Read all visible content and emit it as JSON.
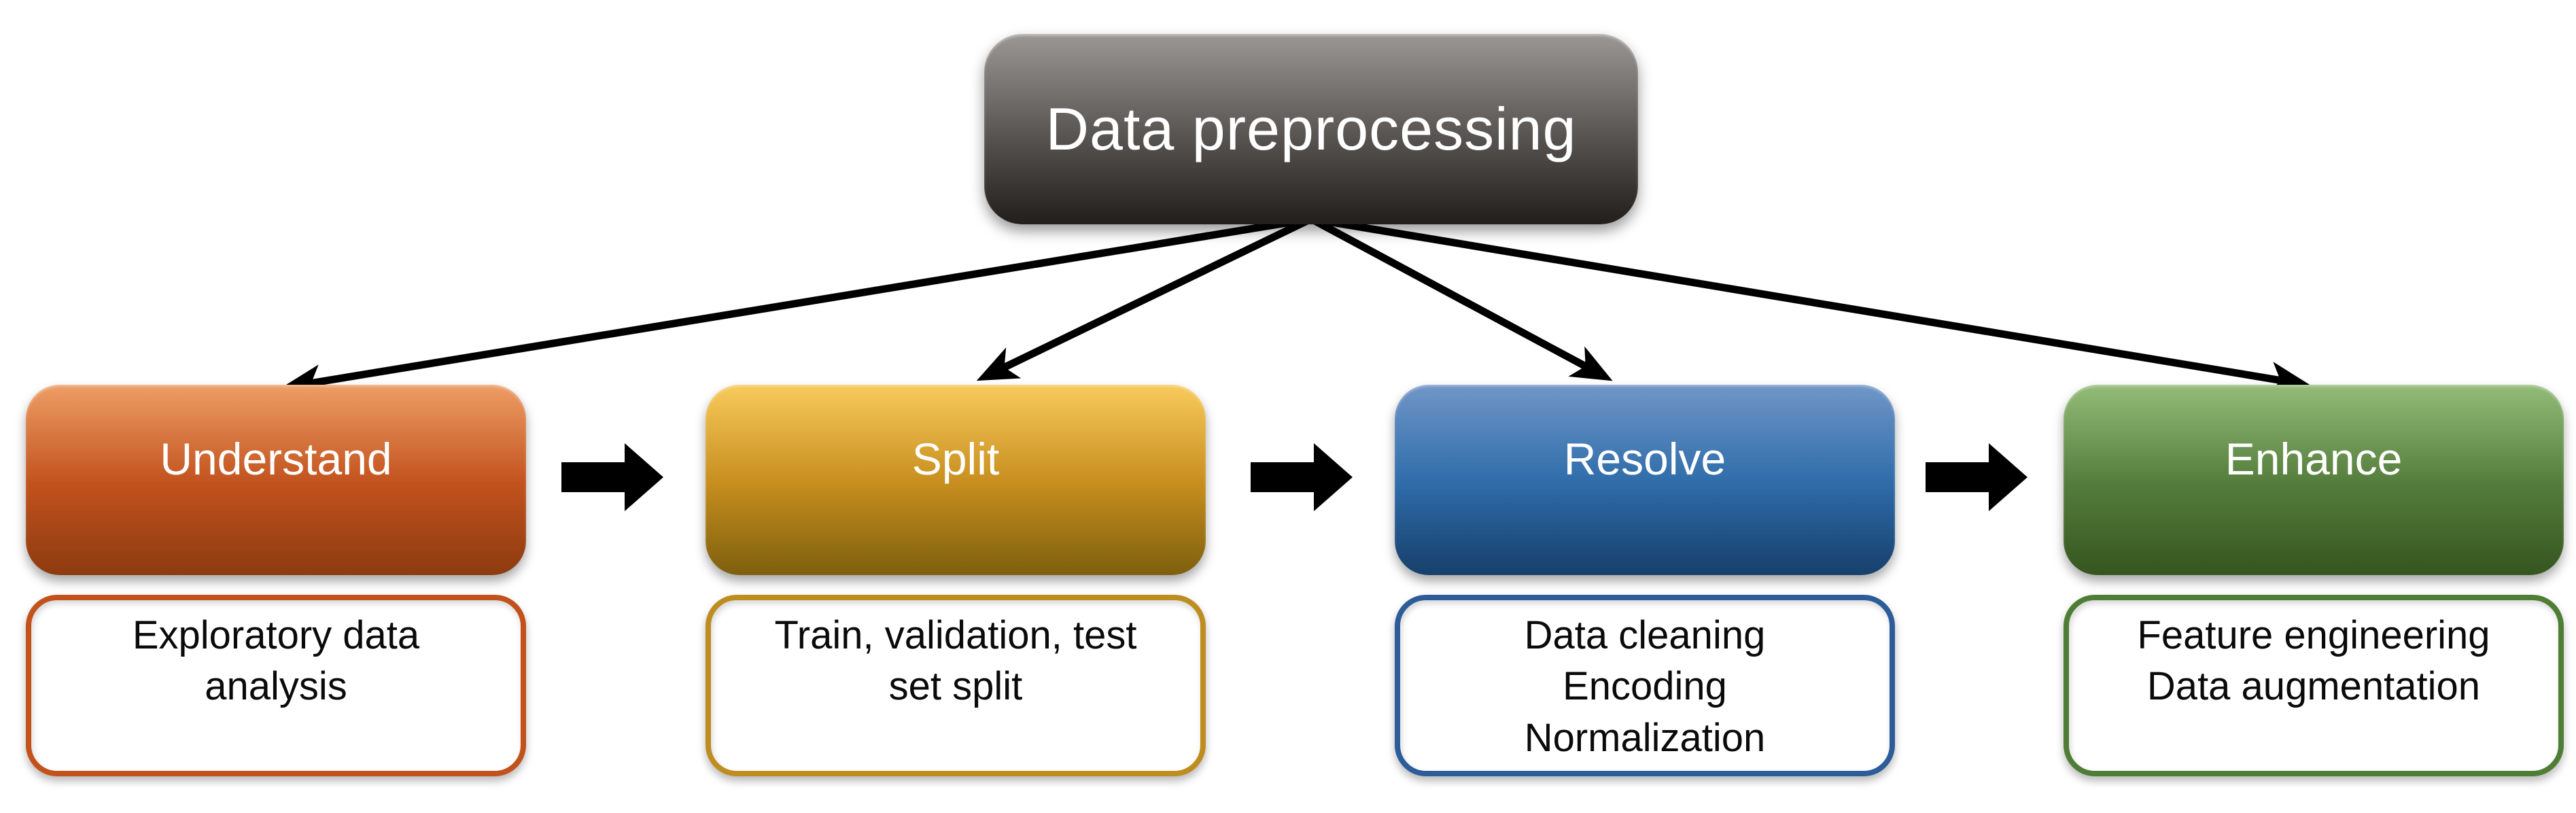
{
  "background_color": "#FFFFFF",
  "arrow_color": "#000000",
  "root_box": {
    "label": "Data preprocessing",
    "gradient_top": "#9B9795",
    "gradient_mid": "#5A5654",
    "gradient_bottom": "#221E1C",
    "text_color": "#FFFFFF"
  },
  "columns": [
    {
      "title": "Understand",
      "detail": "Exploratory data\nanalysis",
      "gradient_top": "#EE9E66",
      "gradient_mid": "#C2521D",
      "gradient_bottom": "#8C3B10",
      "border_color": "#C2511B",
      "title_color": "#FFFFFF",
      "detail_color": "#0A0A0A"
    },
    {
      "title": "Split",
      "detail": "Train, validation, test\nset split",
      "gradient_top": "#F8CA5C",
      "gradient_mid": "#C78E1E",
      "gradient_bottom": "#7E5F0E",
      "border_color": "#BE8D20",
      "title_color": "#FFFFFF",
      "detail_color": "#0A0A0A"
    },
    {
      "title": "Resolve",
      "detail": "Data cleaning\nEncoding\nNormalization",
      "gradient_top": "#7096C8",
      "gradient_mid": "#2E6CA9",
      "gradient_bottom": "#173F6B",
      "border_color": "#2C5C99",
      "title_color": "#FFFFFF",
      "detail_color": "#0A0A0A"
    },
    {
      "title": "Enhance",
      "detail": "Feature engineering\nData augmentation",
      "gradient_top": "#93BC78",
      "gradient_mid": "#547D3C",
      "gradient_bottom": "#35551F",
      "border_color": "#4F7D35",
      "title_color": "#FFFFFF",
      "detail_color": "#0A0A0A"
    }
  ]
}
